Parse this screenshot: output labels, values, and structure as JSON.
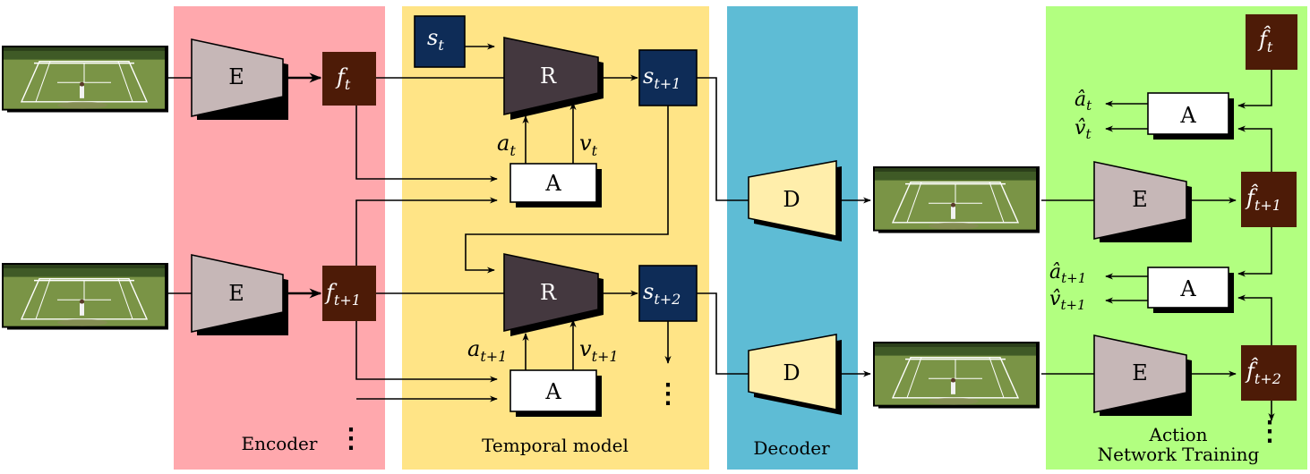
{
  "panels": {
    "encoder": {
      "label": "Encoder",
      "color": "#ffa8ad"
    },
    "temporal": {
      "label": "Temporal model",
      "color": "#ffe486"
    },
    "decoder": {
      "label": "Decoder",
      "color": "#5ebcd5"
    },
    "action": {
      "label_line1": "Action",
      "label_line2": "Network Training",
      "color": "#b2ff80"
    }
  },
  "colors": {
    "trap_encoder": "#c6b7b7",
    "trap_rnn": "#44383f",
    "trap_decoder": "#ffeeab",
    "feature_box": "#4d1b07",
    "state_box": "#0e2c57",
    "line": "#000000"
  },
  "modules": {
    "encoder": "E",
    "rnn": "R",
    "action": "A",
    "decoder": "D"
  },
  "symbols": {
    "f_t": {
      "base": "f",
      "sub": "t"
    },
    "f_t1": {
      "base": "f",
      "sub": "t+1"
    },
    "s_t": {
      "base": "s",
      "sub": "t"
    },
    "s_t1": {
      "base": "s",
      "sub": "t+1"
    },
    "s_t2": {
      "base": "s",
      "sub": "t+2"
    },
    "a_t": {
      "base": "a",
      "sub": "t"
    },
    "v_t": {
      "base": "v",
      "sub": "t"
    },
    "a_t1": {
      "base": "a",
      "sub": "t+1"
    },
    "v_t1": {
      "base": "v",
      "sub": "t+1"
    },
    "fhat_t": {
      "base": "f̂",
      "sub": "t"
    },
    "fhat_t1": {
      "base": "f̂",
      "sub": "t+1"
    },
    "fhat_t2": {
      "base": "f̂",
      "sub": "t+2"
    },
    "ahat_t": {
      "base": "â",
      "sub": "t"
    },
    "vhat_t": {
      "base": "v̂",
      "sub": "t"
    },
    "ahat_t1": {
      "base": "â",
      "sub": "t+1"
    },
    "vhat_t1": {
      "base": "v̂",
      "sub": "t+1"
    }
  },
  "ellipsis": "⋮"
}
